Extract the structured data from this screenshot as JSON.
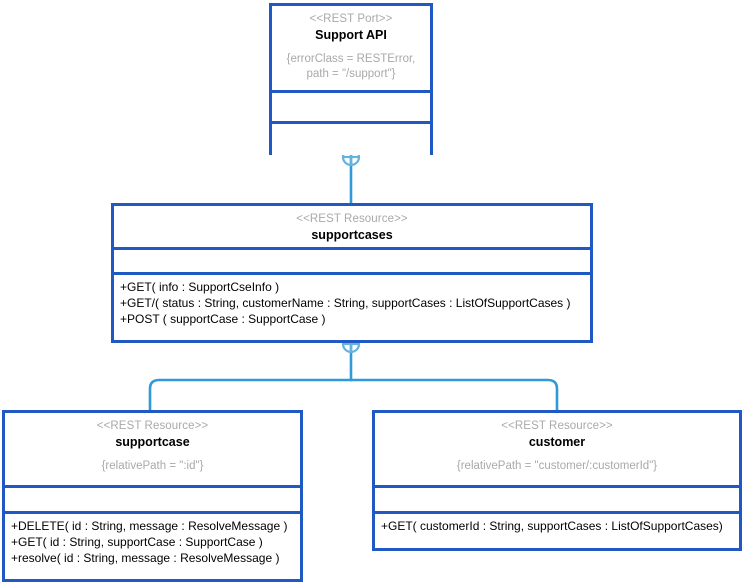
{
  "diagram": {
    "title": "REST API resource structure diagram",
    "colors": {
      "class_border": "#2159c4",
      "connector": "#2f9ad6",
      "stereotype_text": "#a9a9a9",
      "name_text": "#000000",
      "background": "#ffffff"
    },
    "connector_symbol": "circle-plus-containment",
    "nodes": [
      {
        "id": "support-api",
        "stereotype": "<<REST Port>>",
        "name": "Support API",
        "tagged_values": "{errorClass = RESTError,\npath = \"/support\"}",
        "attributes": [],
        "operations": []
      },
      {
        "id": "supportcases",
        "stereotype": "<<REST Resource>>",
        "name": "supportcases",
        "tagged_values": "",
        "attributes": [],
        "operations": [
          "+GET( info : SupportCseInfo )",
          "+GET/( status : String, customerName : String, supportCases : ListOfSupportCases )",
          "+POST ( supportCase : SupportCase )"
        ]
      },
      {
        "id": "supportcase",
        "stereotype": "<<REST Resource>>",
        "name": "supportcase",
        "tagged_values": "{relativePath = \":id\"}",
        "attributes": [],
        "operations": [
          "+DELETE( id : String, message : ResolveMessage )",
          "+GET( id : String, supportCase : SupportCase )",
          "+resolve( id : String, message : ResolveMessage )"
        ]
      },
      {
        "id": "customer",
        "stereotype": "<<REST Resource>>",
        "name": "customer",
        "tagged_values": "{relativePath = \"customer/:customerId\"}",
        "attributes": [],
        "operations": [
          "+GET( customerId : String, supportCases : ListOfSupportCases)"
        ]
      }
    ],
    "edges": [
      {
        "from": "support-api",
        "to": "supportcases",
        "type": "containment"
      },
      {
        "from": "supportcases",
        "to": "supportcase",
        "type": "containment"
      },
      {
        "from": "supportcases",
        "to": "customer",
        "type": "containment"
      }
    ]
  }
}
